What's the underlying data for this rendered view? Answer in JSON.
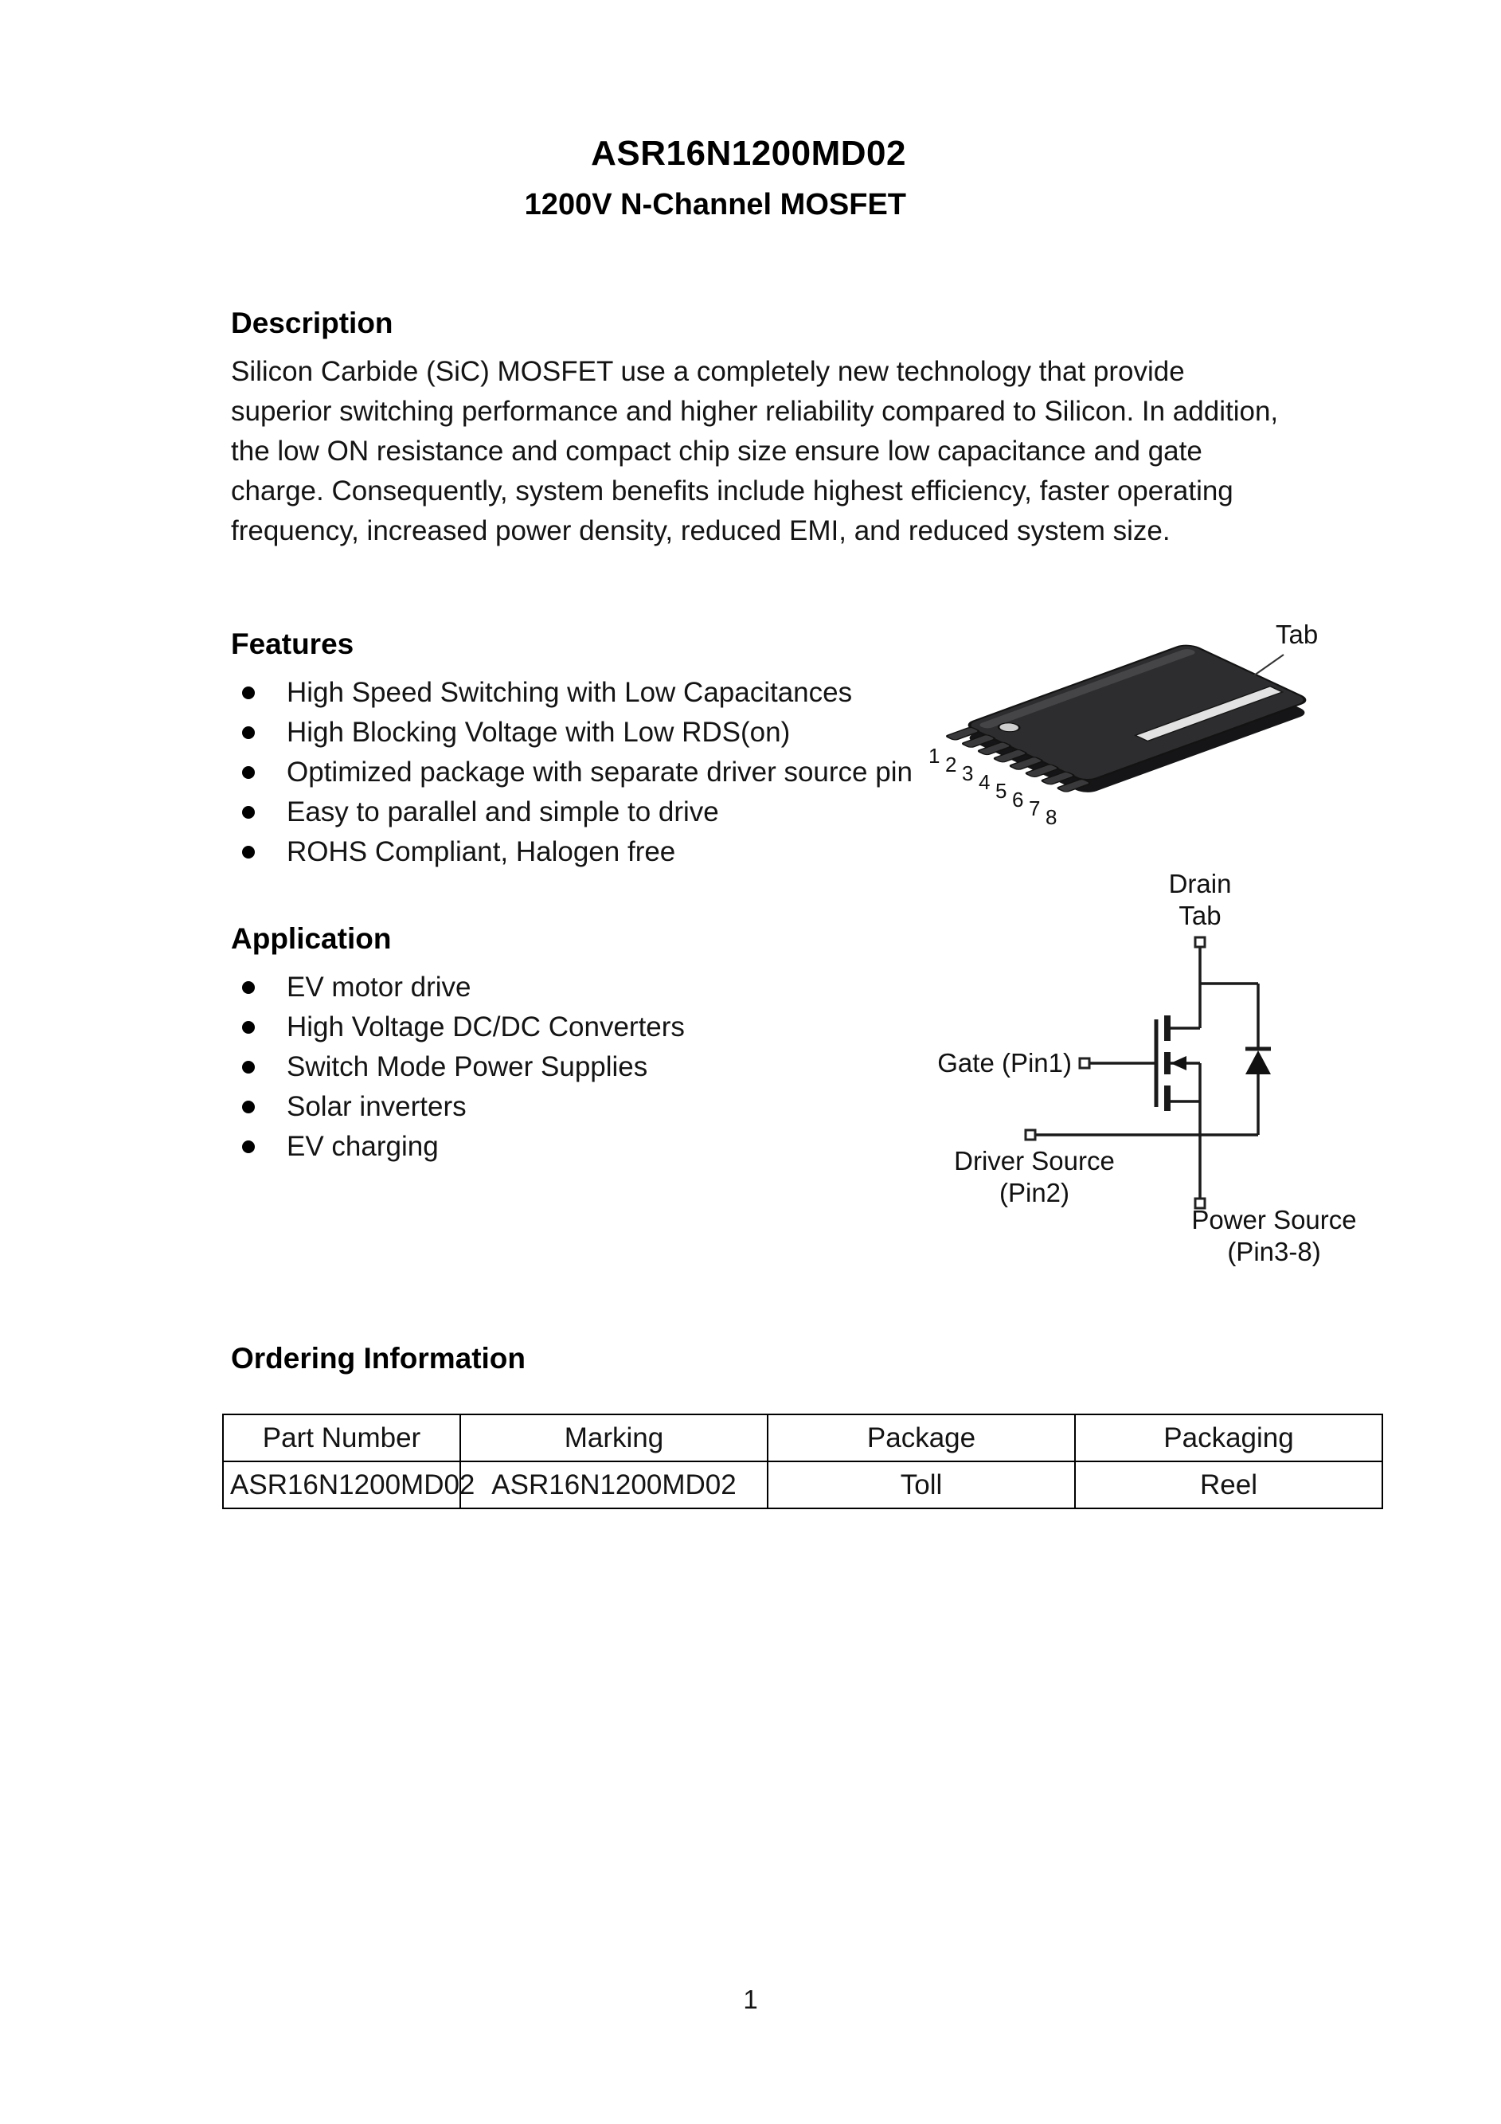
{
  "header": {
    "title": "ASR16N1200MD02",
    "subtitle": "1200V N-Channel MOSFET"
  },
  "sections": {
    "description": {
      "heading": "Description",
      "body": "Silicon Carbide (SiC) MOSFET use a completely new technology that provide superior switching performance and higher reliability compared to Silicon. In addition, the low ON resistance and compact chip size ensure low capacitance and gate charge. Consequently, system benefits include highest efficiency, faster operating frequency, increased power density, reduced EMI, and reduced system size."
    },
    "features": {
      "heading": "Features",
      "items": [
        "High Speed Switching with Low Capacitances",
        "High Blocking Voltage with Low RDS(on)",
        "Optimized package with separate driver source pin",
        "Easy to parallel and simple to drive",
        "ROHS Compliant, Halogen free"
      ]
    },
    "application": {
      "heading": "Application",
      "items": [
        "EV motor drive",
        "High Voltage DC/DC Converters",
        "Switch Mode Power Supplies",
        "Solar inverters",
        "EV charging"
      ]
    },
    "ordering": {
      "heading": "Ordering Information"
    }
  },
  "figures": {
    "package": {
      "tab_label": "Tab",
      "pins": [
        "1",
        "2",
        "3",
        "4",
        "5",
        "6",
        "7",
        "8"
      ]
    },
    "schematic": {
      "drain_line1": "Drain",
      "drain_line2": "Tab",
      "gate_label": "Gate  (Pin1)",
      "driver_source_line1": "Driver Source",
      "driver_source_line2": "(Pin2)",
      "power_source_line1": "Power Source",
      "power_source_line2": "(Pin3-8)"
    }
  },
  "ordering_table": {
    "headers": [
      "Part Number",
      "Marking",
      "Package",
      "Packaging"
    ],
    "rows": [
      [
        "ASR16N1200MD02",
        "ASR16N1200MD02",
        "Toll",
        "Reel"
      ]
    ]
  },
  "footer": {
    "page_number": "1"
  }
}
